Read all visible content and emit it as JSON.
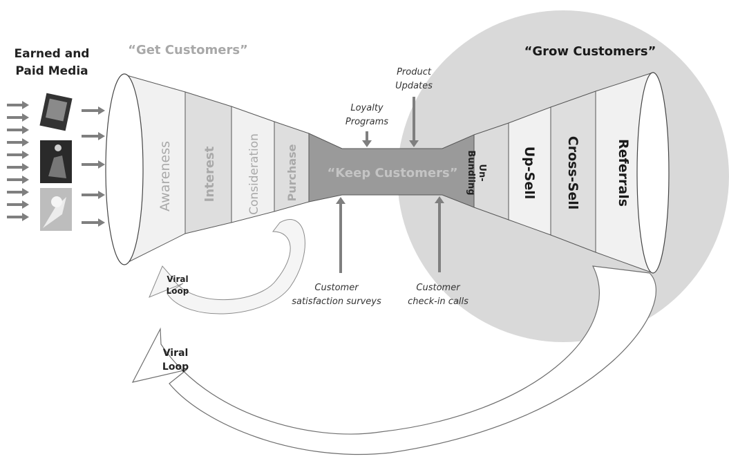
{
  "media": {
    "title_line1": "Earned and",
    "title_line2": "Paid Media"
  },
  "get": {
    "title": "“Get Customers”",
    "stages": [
      "Awareness",
      "Interest",
      "Consideration",
      "Purchase"
    ]
  },
  "keep": {
    "title": "“Keep Customers”",
    "inputs": {
      "loyalty_line1": "Loyalty",
      "loyalty_line2": "Programs",
      "product_line1": "Product",
      "product_line2": "Updates",
      "satisfaction_line1": "Customer",
      "satisfaction_line2": "satisfaction surveys",
      "checkin_line1": "Customer",
      "checkin_line2": "check-in calls"
    }
  },
  "grow": {
    "title": "“Grow Customers”",
    "unbundling_line1": "Un-",
    "unbundling_line2": "Bundling",
    "stages": [
      "Up-Sell",
      "Cross-Sell",
      "Referrals"
    ]
  },
  "viral_small": {
    "line1": "Viral",
    "line2": "Loop"
  },
  "viral_large": {
    "line1": "Viral",
    "line2": "Loop"
  },
  "colors": {
    "circle": "#d9d9d9",
    "band_light": "#f1f1f1",
    "band_mid": "#dedede",
    "neck": "#9a9a9a",
    "arrow": "#7f7f7f",
    "get_title": "#a8a8a8",
    "stage_text_light": "#ababab"
  }
}
